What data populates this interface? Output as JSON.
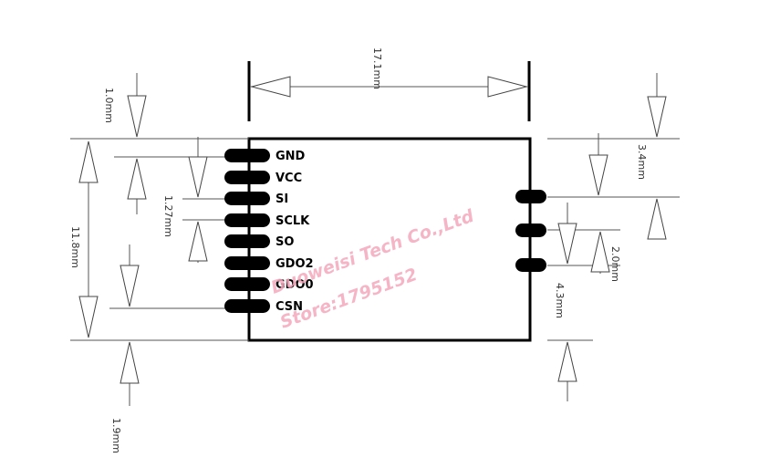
{
  "dimensions": {
    "width": "17.1mm",
    "top_margin": "1.0mm",
    "pin_pitch": "1.27mm",
    "height": "11.8mm",
    "bottom_margin": "1.9mm",
    "right_top": "3.4mm",
    "right_pitch": "2.0mm",
    "right_bottom": "4.3mm"
  },
  "pins": [
    "GND",
    "VCC",
    "SI",
    "SCLK",
    "SO",
    "GDO2",
    "GDO0",
    "CSN"
  ],
  "watermark": {
    "line1": "Duoweisi Tech Co.,Ltd",
    "line2": "Store:1795152"
  },
  "colors": {
    "outline": "#000000",
    "pad": "#000000",
    "watermark": "#f3a8bc"
  }
}
